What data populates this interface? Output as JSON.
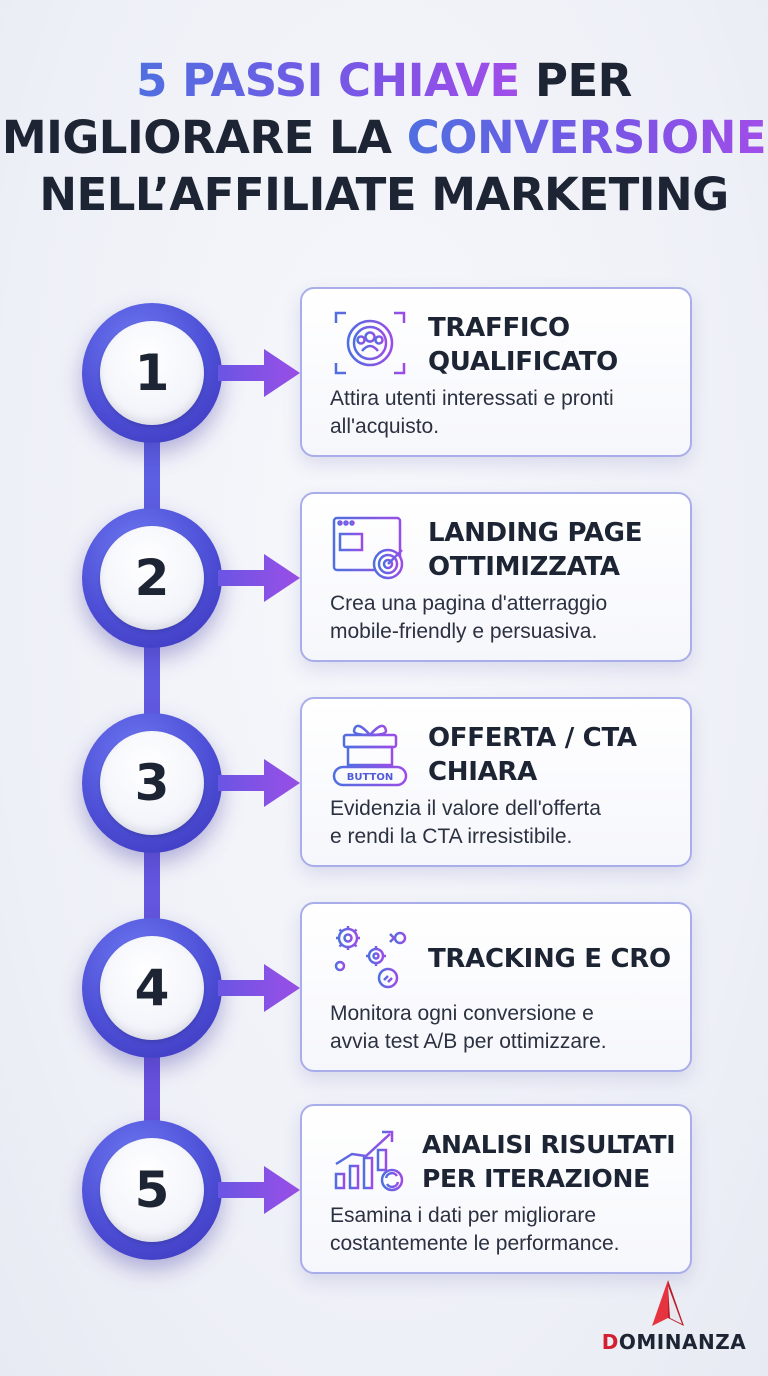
{
  "title": {
    "line1_highlight": "5 PASSI CHIAVE",
    "line1_rest": " PER",
    "line2_start": "MIGLIORARE LA ",
    "line2_highlight": "CONVERSIONE",
    "line3": "NELL’AFFILIATE MARKETING"
  },
  "steps": [
    {
      "number": "1",
      "title": "TRAFFICO\nQUALIFICATO",
      "description": "Attira utenti interessati e pronti\nall'acquisto.",
      "icon": "target-audience-icon"
    },
    {
      "number": "2",
      "title": "LANDING PAGE\nOTTIMIZZATA",
      "description": "Crea una pagina d'atterraggio\nmobile-friendly e persuasiva.",
      "icon": "landing-page-target-icon"
    },
    {
      "number": "3",
      "title": "OFFERTA / CTA\nCHIARA",
      "description": "Evidenzia il valore dell'offerta\ne rendi la CTA irresistibile.",
      "icon": "gift-button-icon",
      "icon_label": "BUTTON"
    },
    {
      "number": "4",
      "title": "TRACKING E CRO",
      "description": "Monitora ogni conversione e\navvia test A/B per ottimizzare.",
      "icon": "gears-flow-icon"
    },
    {
      "number": "5",
      "title": "ANALISI RISULTATI\nPER ITERAZIONE",
      "description": "Esamina i dati per migliorare\ncostantemente le performance.",
      "icon": "growth-chart-icon"
    }
  ],
  "logo": {
    "first_letter": "D",
    "rest": "OMINANZA"
  },
  "colors": {
    "accent_blue": "#4f6fe0",
    "accent_purple": "#a24de8",
    "text_dark": "#1d2433",
    "logo_red": "#d32030"
  }
}
